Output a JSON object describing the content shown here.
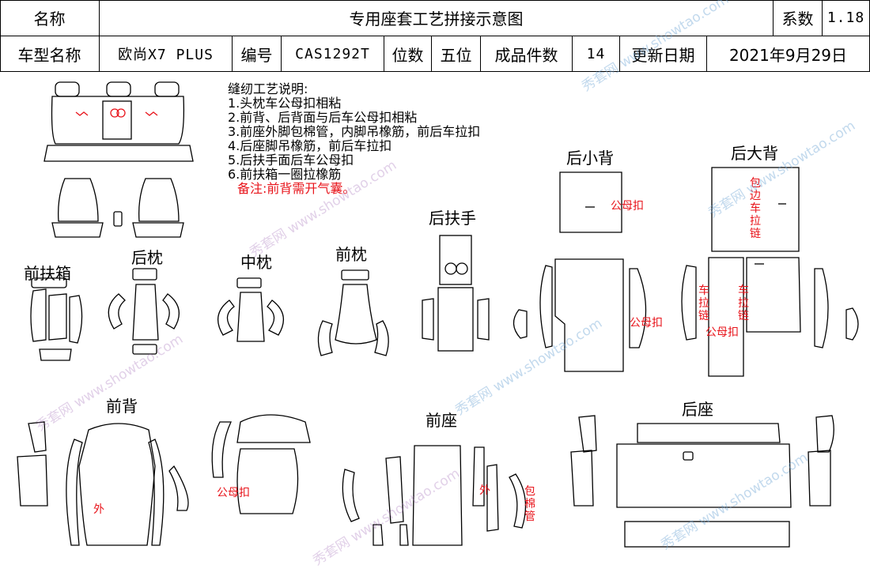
{
  "header": {
    "name_label": "名称",
    "title": "专用座套工艺拼接示意图",
    "coef_label": "系数",
    "coef_value": "1.18",
    "model_label": "车型名称",
    "model_value": "欧尚X7 PLUS",
    "code_label": "编号",
    "code_value": "CAS1292T",
    "seats_label": "位数",
    "seats_value": "五位",
    "pieces_label": "成品件数",
    "pieces_value": "14",
    "date_label": "更新日期",
    "date_value": "2021年9月29日"
  },
  "notes": {
    "title": "缝纫工艺说明:",
    "items": [
      "1.头枕车公母扣相粘",
      "2.前背、后背面与后车公母扣相粘",
      "3.前座外脚包棉管，内脚吊橡筋，前后车拉扣",
      "4.后座脚吊橡筋，前后车拉扣",
      "5.后扶手面后车公母扣",
      "6.前扶箱一圈拉橡筋"
    ],
    "remark": "备注:前背需开气囊。"
  },
  "sections": {
    "front_armbox": "前扶箱",
    "rear_headrest": "后枕",
    "middle_headrest": "中枕",
    "front_headrest": "前枕",
    "rear_armrest": "后扶手",
    "rear_small_back": "后小背",
    "rear_big_back": "后大背",
    "front_back": "前背",
    "front_seat": "前座",
    "rear_seat": "后座"
  },
  "annotations": {
    "snap_a": "公母扣",
    "snap_b": "公母扣",
    "snap_c": "公母扣",
    "snap_d": "公母扣",
    "outer_a": "外",
    "outer_b": "外",
    "pipe": "包棉管",
    "edge_zip": "包边车拉链",
    "zip_left": "车拉链",
    "zip_right": "车拉链"
  },
  "watermark": {
    "cn": "秀套网",
    "en": "www.showtao.com"
  }
}
